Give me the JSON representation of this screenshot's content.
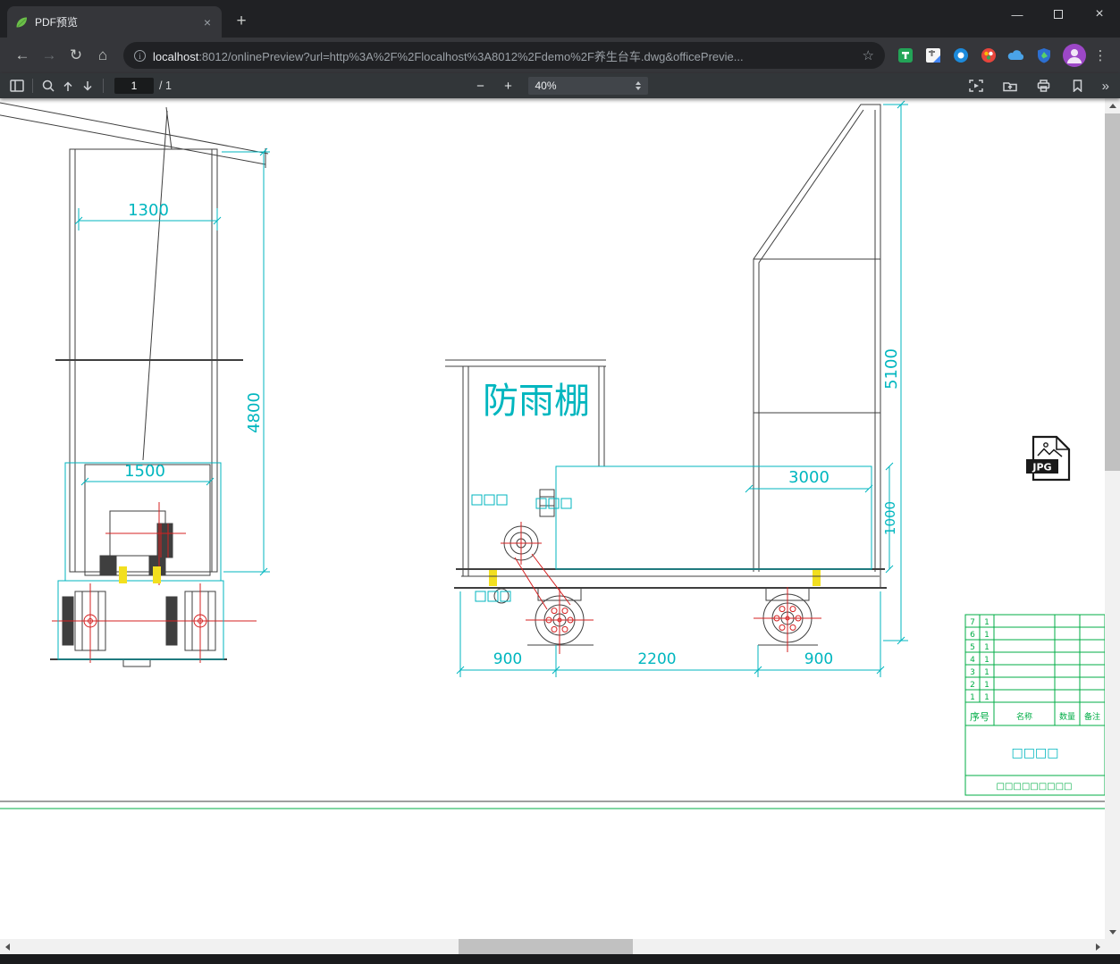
{
  "window": {
    "tab_title": "PDF预览",
    "minimize_glyph": "—",
    "close_glyph": "×",
    "new_tab_glyph": "+"
  },
  "nav": {
    "back_glyph": "←",
    "forward_glyph": "→",
    "reload_glyph": "↻",
    "home_glyph": "⌂",
    "info_glyph": "i",
    "star_glyph": "☆",
    "menu_glyph": "⋮"
  },
  "address": {
    "host": "localhost",
    "rest": ":8012/onlinePreview?url=http%3A%2F%2Flocalhost%3A8012%2Fdemo%2F养生台车.dwg&officePrevie..."
  },
  "pdf_toolbar": {
    "page_current": "1",
    "page_total": "/ 1",
    "zoom_out_glyph": "−",
    "zoom_in_glyph": "+",
    "zoom_value": "40%",
    "more_glyph": "»"
  },
  "drawing": {
    "shelter_label": "防雨棚",
    "dims": {
      "front_width": "1300",
      "front_height": "4800",
      "cabin_width": "1500",
      "side_height": "5100",
      "tank_length": "3000",
      "tank_height": "1000",
      "span_left": "900",
      "span_mid": "2200",
      "span_right": "900"
    },
    "jpg_badge": "JPG",
    "title_block": {
      "seq_header": "序号",
      "name_header": "名称",
      "qty_header": "数量",
      "note_header": "备注",
      "rows": [
        {
          "seq": "7",
          "qty": "1"
        },
        {
          "seq": "6",
          "qty": "1"
        },
        {
          "seq": "5",
          "qty": "1"
        },
        {
          "seq": "4",
          "qty": "1"
        },
        {
          "seq": "3",
          "qty": "1"
        },
        {
          "seq": "2",
          "qty": "1"
        },
        {
          "seq": "1",
          "qty": "1"
        }
      ],
      "drawing_name": "□□□□",
      "bottom_text": "□□□□□□□□□"
    }
  }
}
